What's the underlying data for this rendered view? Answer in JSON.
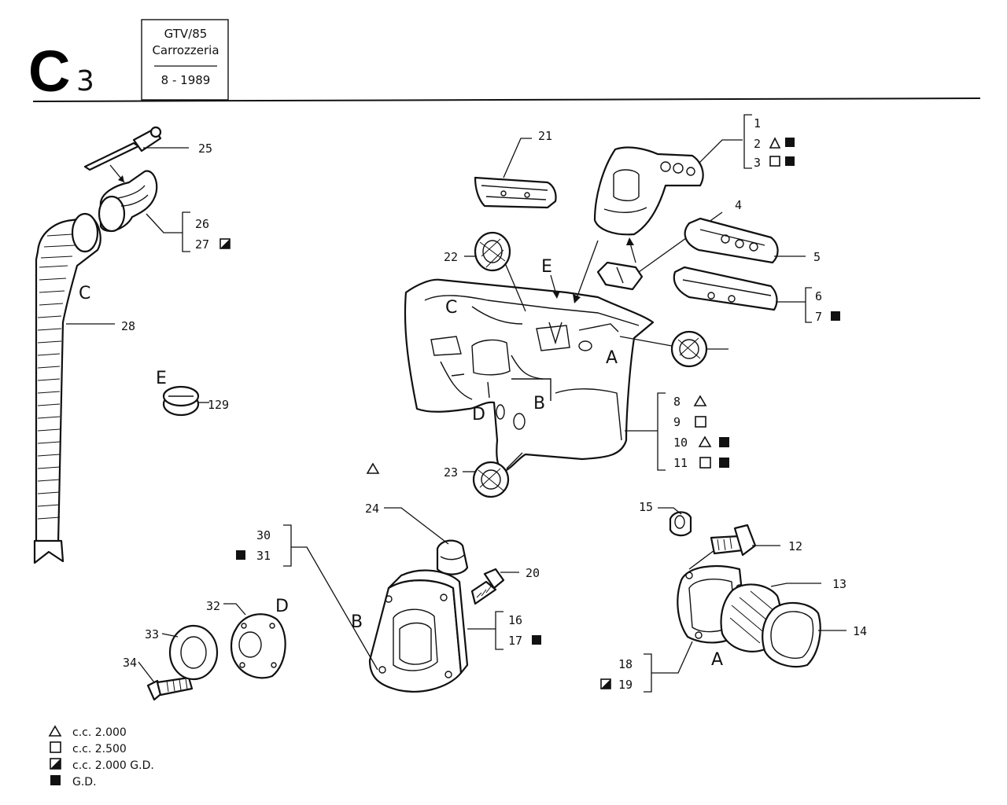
{
  "header": {
    "code_letter": "C",
    "code_number": "3",
    "model": "GTV/85",
    "section": "Carrozzeria",
    "date": "8 - 1989"
  },
  "zone_letters": {
    "hose_C": "C",
    "plug_E": "E",
    "panel_E": "E",
    "panel_C": "C",
    "panel_A": "A",
    "panel_B": "B",
    "panel_D": "D",
    "cover_D": "D",
    "flange_B": "B",
    "bellows_A": "A"
  },
  "labels": {
    "l1": "1",
    "l2": "2",
    "l3": "3",
    "l4": "4",
    "l5": "5",
    "l6": "6",
    "l7": "7",
    "l8": "8",
    "l9": "9",
    "l10": "10",
    "l11": "11",
    "l12": "12",
    "l13": "13",
    "l14": "14",
    "l15": "15",
    "l16": "16",
    "l17": "17",
    "l18": "18",
    "l19": "19",
    "l20": "20",
    "l21": "21",
    "l22": "22",
    "l23": "23",
    "l24": "24",
    "l25": "25",
    "l26": "26",
    "l27": "27",
    "l28": "28",
    "l29": "129",
    "l30": "30",
    "l31": "31",
    "l32": "32",
    "l33": "33",
    "l34": "34"
  },
  "legend": [
    {
      "symbol": "triangle-icon",
      "text": "c.c. 2.000"
    },
    {
      "symbol": "square-icon",
      "text": "c.c. 2.500"
    },
    {
      "symbol": "half-square-icon",
      "text": "c.c. 2.000 G.D."
    },
    {
      "symbol": "filled-square-icon",
      "text": "G.D."
    }
  ]
}
